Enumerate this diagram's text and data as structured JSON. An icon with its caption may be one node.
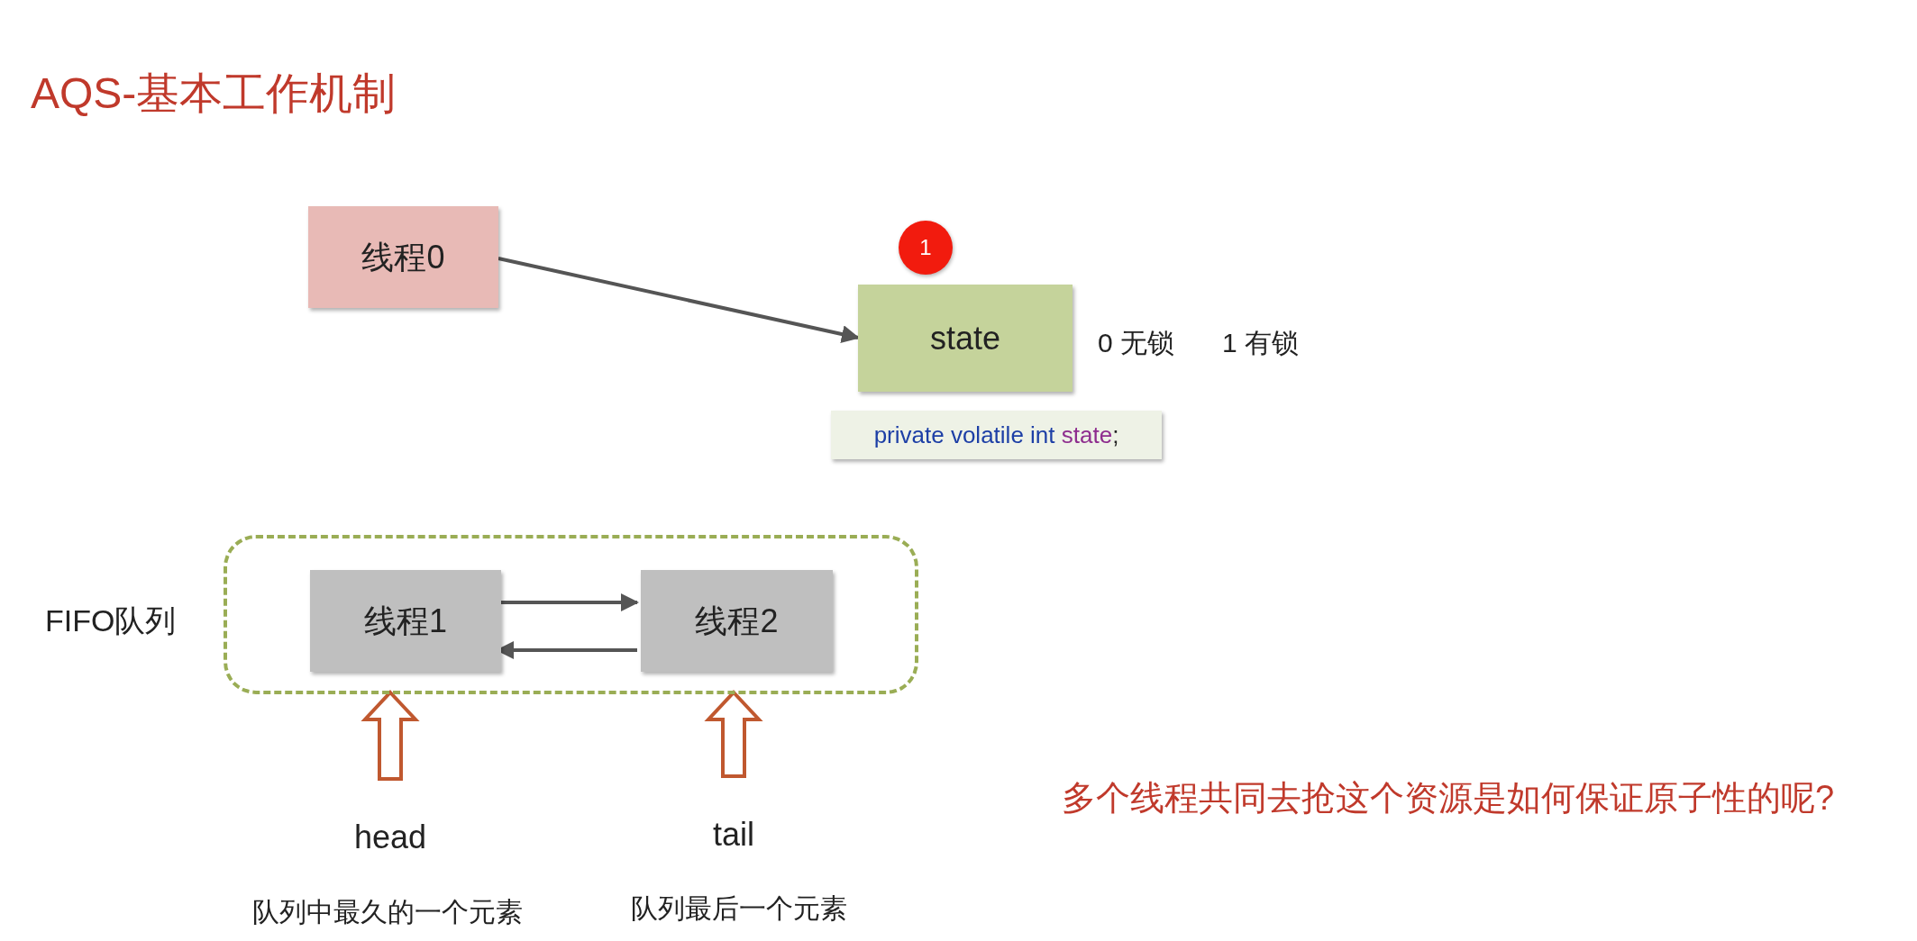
{
  "diagram": {
    "title": "AQS-基本工作机制",
    "nodes": [
      {
        "text": [
          "线程0"
        ]
      },
      {
        "text": [
          "1"
        ]
      },
      {
        "text": [
          "state"
        ],
        "beside": [
          "0 无锁",
          "1 有锁"
        ]
      },
      {
        "text": [
          "private volatile int state;"
        ]
      },
      {
        "text": [],
        "shape": "box",
        "beside": [
          "FIFO队列"
        ]
      },
      {
        "text": [
          "线程1"
        ],
        "in": 4
      },
      {
        "text": [
          "线程2"
        ],
        "in": 4
      },
      {
        "text": [
          "head"
        ],
        "beside": [
          "队列中最久的一个元素"
        ]
      },
      {
        "text": [
          "tail"
        ],
        "beside": [
          "队列最后一个元素"
        ]
      }
    ],
    "edges": [
      {
        "from": 0,
        "to": 2,
        "arrow": "to"
      },
      {
        "from": 5,
        "to": 6,
        "arrow": "to"
      },
      {
        "from": 6,
        "to": 5,
        "arrow": "to"
      },
      {
        "from": 7,
        "to": 5,
        "arrow": "to",
        "style": "thick",
        "color": "#c0582f"
      },
      {
        "from": 8,
        "to": 6,
        "arrow": "to",
        "style": "thick",
        "color": "#c0582f"
      }
    ],
    "labels": [
      "多个线程共同去抢这个资源是如何保证原子性的呢?"
    ]
  }
}
